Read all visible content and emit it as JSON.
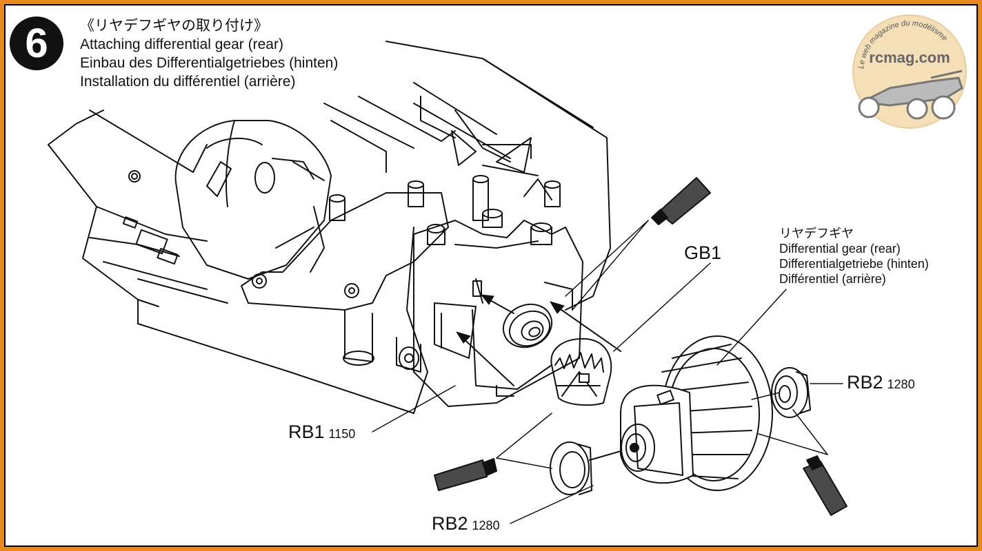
{
  "step": {
    "number": "6"
  },
  "title": {
    "jp": "《リヤデフギヤの取り付け》",
    "en": "Attaching differential gear (rear)",
    "de": "Einbau des Differentialgetriebes (hinten)",
    "fr": "Installation du différentiel (arrière)"
  },
  "callout": {
    "jp": "リヤデフギヤ",
    "en": "Differential gear (rear)",
    "de": "Differentialgetriebe (hinten)",
    "fr": "Différentiel (arrière)"
  },
  "parts": {
    "gb1": {
      "code": "GB1"
    },
    "rb1": {
      "code": "RB1",
      "number": "1150"
    },
    "rb2_right": {
      "code": "RB2",
      "number": "1280"
    },
    "rb2_bottom": {
      "code": "RB2",
      "number": "1280"
    }
  },
  "watermark": {
    "brand": "rcmag.com",
    "tagline": "Le web magazine du modélisme"
  },
  "colors": {
    "frame": "#e8891e",
    "ink": "#111111",
    "grease": "#4a4a4a",
    "watermark_bg": "#f3dcb0"
  },
  "icons": [
    "grease-tube-icon",
    "arrow-icon",
    "car-logo-icon"
  ]
}
